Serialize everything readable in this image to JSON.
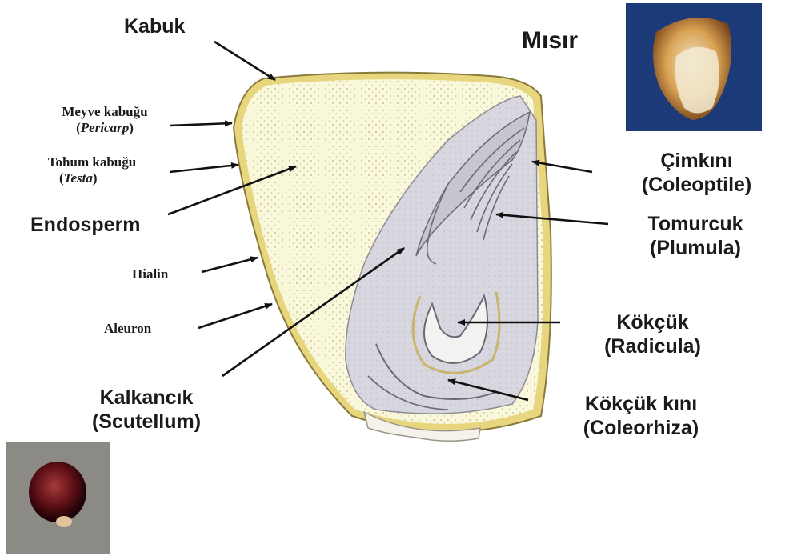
{
  "title": "Mısır",
  "labels": {
    "kabuk": "Kabuk",
    "pericarp_tr": "Meyve kabuğu",
    "pericarp_la": "Pericarp",
    "testa_tr": "Tohum kabuğu",
    "testa_la": "Testa",
    "endosperm": "Endosperm",
    "hialin": "Hialin",
    "aleuron": "Aleuron",
    "scutellum_tr": "Kalkancık",
    "scutellum_la": "(Scutellum)",
    "coleoptile_tr": "Çimkını",
    "coleoptile_la": "(Coleoptile)",
    "plumula_tr": "Tomurcuk",
    "plumula_la": "(Plumula)",
    "radicula_tr": "Kökçük",
    "radicula_la": "(Radicula)",
    "coleorhiza_tr": "Kökçük kını",
    "coleorhiza_la": "(Coleorhiza)"
  },
  "colors": {
    "endosperm_fill": "#faf8da",
    "seed_coat": "#e6d37a",
    "embryo_fill": "#d7d5dc",
    "photo_bg_top": "#1c3a78",
    "photo_bg_bottom": "#8b8a85",
    "arrow": "#111111"
  }
}
